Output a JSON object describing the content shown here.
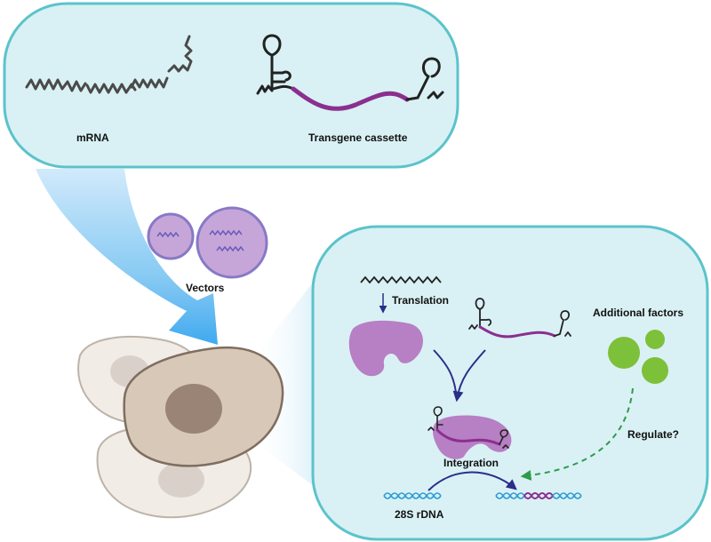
{
  "labels": {
    "mrna": "mRNA",
    "transgene": "Transgene cassette",
    "vectors": "Vectors",
    "translation": "Translation",
    "additional": "Additional factors",
    "regulate": "Regulate?",
    "integration": "Integration",
    "rdna": "28S rDNA"
  },
  "colors": {
    "panel_fill": "#d9f1f4",
    "panel_stroke": "#5bc3cb",
    "protein": "#b77fc4",
    "transgene": "#8b2f8f",
    "vector_fill": "#c6a6d8",
    "vector_stroke": "#8779c7",
    "factor": "#7dc03a",
    "arrow": "#2a2d8a",
    "dna": "#2b9bd6",
    "cell_main": "#d8c8b8",
    "nucleus": "#9a8475",
    "regulate_arrow": "#2e9b4a"
  }
}
